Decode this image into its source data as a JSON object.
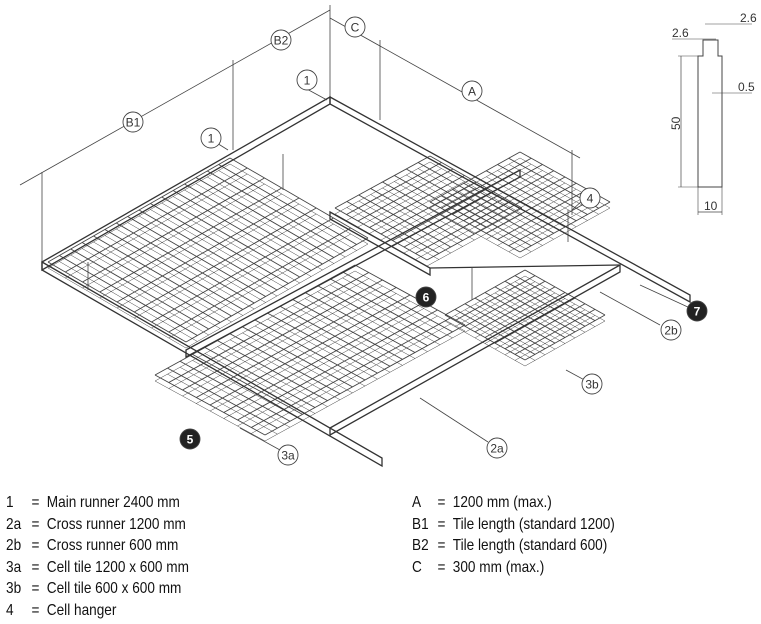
{
  "callouts": {
    "c1a": "1",
    "c1b": "1",
    "A": "A",
    "B1": "B1",
    "B2": "B2",
    "C": "C",
    "c4": "4",
    "c2a": "2a",
    "c2b": "2b",
    "c3a": "3a",
    "c3b": "3b",
    "c5": "5",
    "c6": "6",
    "c7": "7"
  },
  "profile": {
    "top_right": "2.6",
    "top_left": "2.6",
    "thickness": "0.5",
    "height": "50",
    "width": "10"
  },
  "legend_left": [
    {
      "key": "1",
      "eq": "=",
      "text": "Main runner 2400 mm"
    },
    {
      "key": "2a",
      "eq": "=",
      "text": "Cross runner 1200 mm"
    },
    {
      "key": "2b",
      "eq": "=",
      "text": "Cross runner 600 mm"
    },
    {
      "key": "3a",
      "eq": "=",
      "text": "Cell tile 1200 x 600 mm"
    },
    {
      "key": "3b",
      "eq": "=",
      "text": "Cell tile 600 x 600 mm"
    },
    {
      "key": "4",
      "eq": "=",
      "text": "Cell hanger"
    }
  ],
  "legend_right": [
    {
      "key": "A",
      "eq": "=",
      "text": "1200 mm (max.)"
    },
    {
      "key": "B1",
      "eq": "=",
      "text": "Tile length (standard 1200)"
    },
    {
      "key": "B2",
      "eq": "=",
      "text": "Tile length (standard 600)"
    },
    {
      "key": "C",
      "eq": "=",
      "text": "300 mm (max.)"
    }
  ]
}
